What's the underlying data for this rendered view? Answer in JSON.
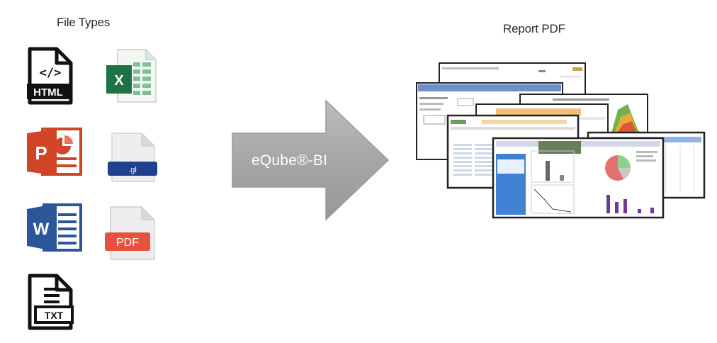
{
  "labels": {
    "file_types": "File Types",
    "report_pdf": "Report PDF"
  },
  "arrow": {
    "text": "eQube®-BI",
    "color": "#a6a6a8"
  },
  "file_icons": [
    {
      "name": "html-file-icon",
      "text": "HTML"
    },
    {
      "name": "excel-file-icon",
      "text": "X"
    },
    {
      "name": "powerpoint-file-icon",
      "text": "P"
    },
    {
      "name": "gl-file-icon",
      "text": ".gl"
    },
    {
      "name": "word-file-icon",
      "text": "W"
    },
    {
      "name": "pdf-file-icon",
      "text": "PDF"
    },
    {
      "name": "txt-file-icon",
      "text": "TXT"
    }
  ],
  "colors": {
    "excel": "#1f7244",
    "powerpoint": "#d04525",
    "word": "#2b579a",
    "pdf": "#e8503f",
    "gl_band": "#1f3f8f"
  }
}
